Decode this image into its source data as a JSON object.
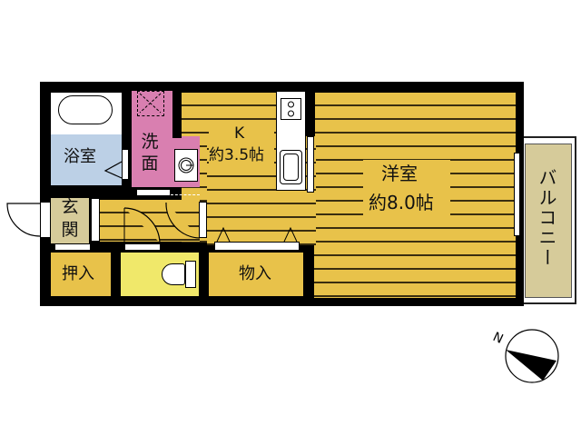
{
  "floorplan": {
    "rooms": {
      "bath": {
        "label": "浴室",
        "color": "#bcd0e6"
      },
      "washroom": {
        "label": "洗面",
        "color": "#d97fb0"
      },
      "kitchen": {
        "label": "K",
        "size": "約3.5帖"
      },
      "western_room": {
        "label": "洋室",
        "size": "約8.0帖"
      },
      "entrance": {
        "label": "玄関",
        "color": "#d6cb9a"
      },
      "closet_oshiire": {
        "label": "押入"
      },
      "storage": {
        "label": "物入"
      },
      "toilet": {
        "color": "#f0e86a"
      },
      "balcony": {
        "label": "バルコニー",
        "color": "#d6cb9a"
      }
    },
    "colors": {
      "floor": "#e8c24a",
      "wall": "#000000",
      "line": "#3a2e10"
    },
    "compass": {
      "north_label": "N"
    }
  }
}
